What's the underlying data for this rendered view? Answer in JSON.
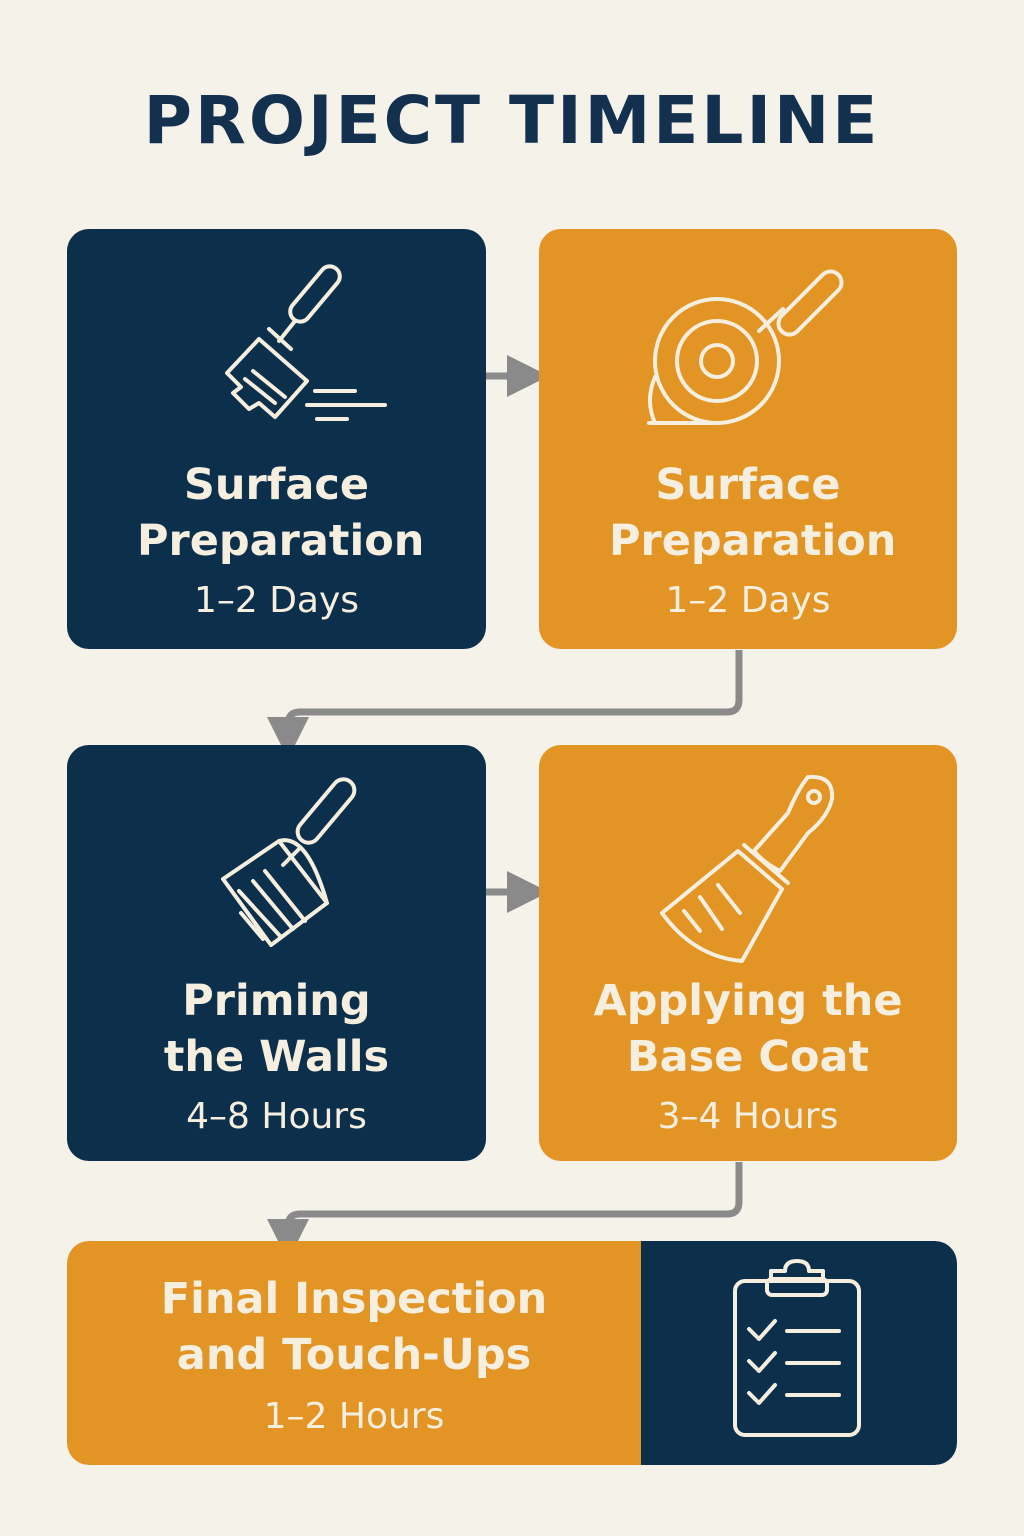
{
  "title": "PROJECT TIMELINE",
  "colors": {
    "navy": "#0c2f4c",
    "gold": "#e29424",
    "background": "#f5f2ea",
    "icon_stroke": "#f6efdf",
    "connector": "#8a8a8a"
  },
  "steps": [
    {
      "name": "Surface Preparation",
      "duration": "1–2 Days",
      "icon": "scraper-icon"
    },
    {
      "name": "Surface Preparation",
      "duration": "1–2 Days",
      "icon": "tape-roll-icon"
    },
    {
      "name": "Priming the Walls",
      "duration": "4–8 Hours",
      "icon": "paint-roller-icon"
    },
    {
      "name": "Applying the Base Coat",
      "duration": "3–4 Hours",
      "icon": "paintbrush-icon"
    },
    {
      "name": "Final Inspection and Touch-Ups",
      "duration": "1–2 Hours",
      "icon": "clipboard-checklist-icon"
    }
  ]
}
